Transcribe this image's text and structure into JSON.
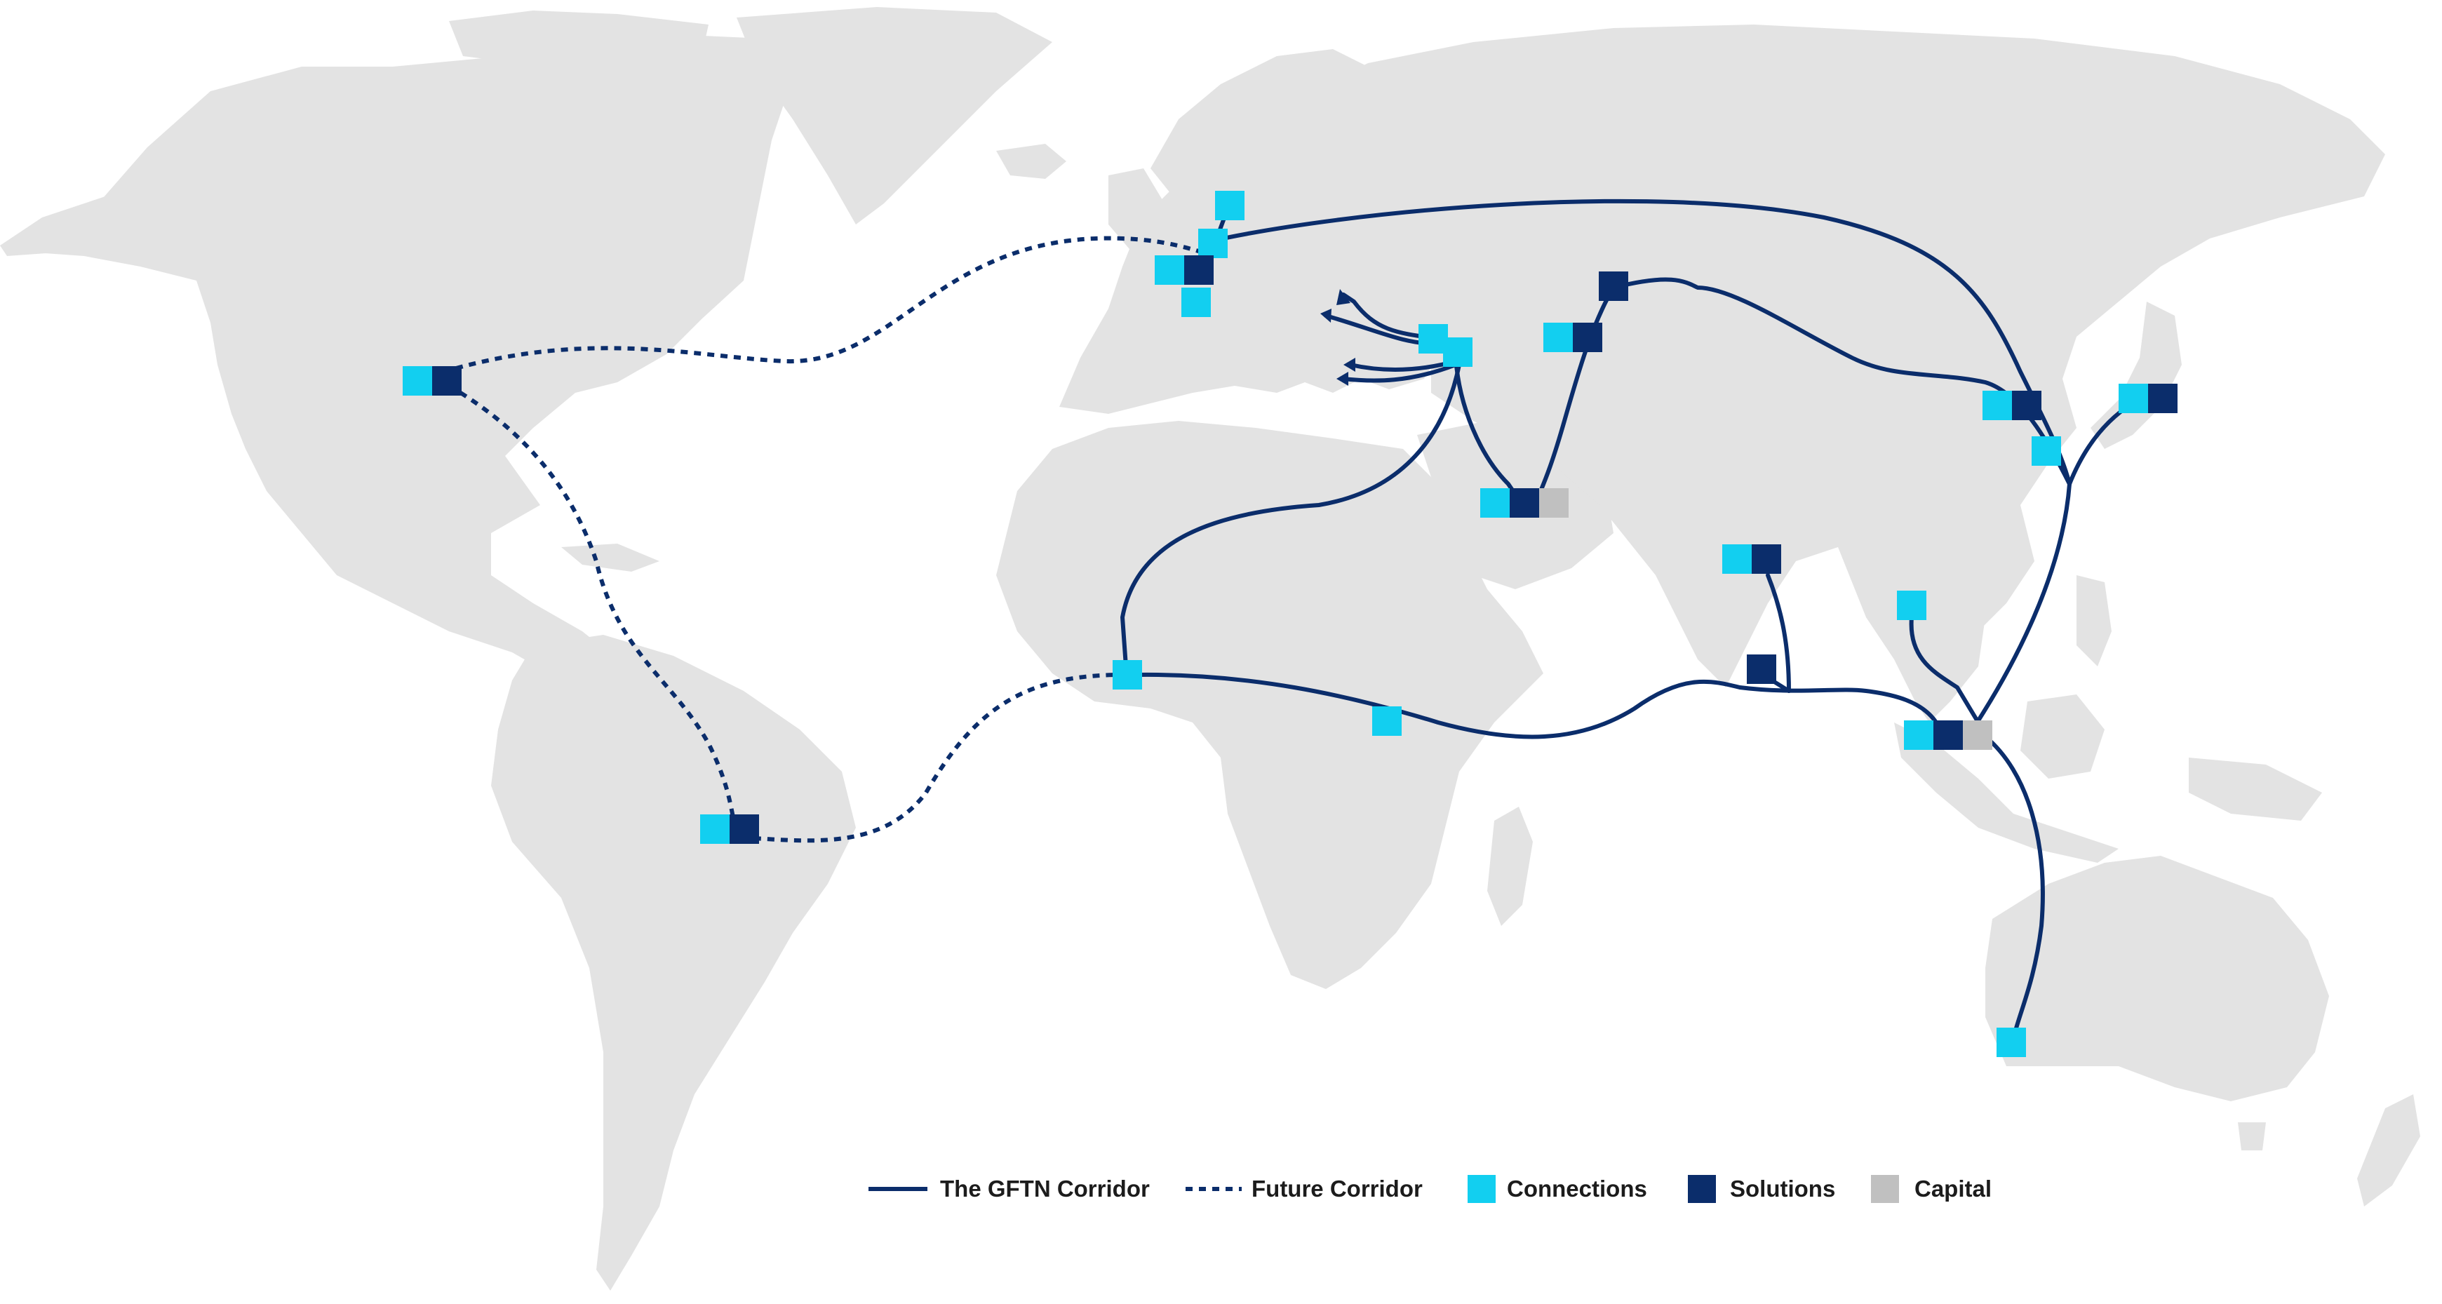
{
  "legend": {
    "corridor_label": "The GFTN Corridor",
    "future_label": "Future Corridor",
    "connections_label": "Connections",
    "solutions_label": "Solutions",
    "capital_label": "Capital"
  },
  "colors": {
    "land": "#e3e3e3",
    "route": "#0b2d6b",
    "connections": "#12cff0",
    "solutions": "#0b2d6b",
    "capital": "#c0c0c0"
  },
  "hubs": [
    {
      "name": "usa-east",
      "types": [
        "connections",
        "solutions"
      ]
    },
    {
      "name": "brazil",
      "types": [
        "connections",
        "solutions"
      ]
    },
    {
      "name": "scandinavia",
      "types": [
        "connections"
      ]
    },
    {
      "name": "germany-north",
      "types": [
        "connections"
      ]
    },
    {
      "name": "western-europe",
      "types": [
        "connections",
        "solutions"
      ]
    },
    {
      "name": "switzerland",
      "types": [
        "connections"
      ]
    },
    {
      "name": "turkey-west",
      "types": [
        "connections"
      ]
    },
    {
      "name": "turkey-east",
      "types": [
        "connections"
      ]
    },
    {
      "name": "kazakhstan",
      "types": [
        "solutions"
      ]
    },
    {
      "name": "central-asia",
      "types": [
        "connections",
        "solutions"
      ]
    },
    {
      "name": "uae",
      "types": [
        "connections",
        "solutions",
        "capital"
      ]
    },
    {
      "name": "west-africa",
      "types": [
        "connections"
      ]
    },
    {
      "name": "east-africa",
      "types": [
        "connections"
      ]
    },
    {
      "name": "india-north",
      "types": [
        "connections",
        "solutions"
      ]
    },
    {
      "name": "india-south",
      "types": [
        "solutions"
      ]
    },
    {
      "name": "china-east",
      "types": [
        "connections",
        "solutions"
      ]
    },
    {
      "name": "shanghai",
      "types": [
        "connections"
      ]
    },
    {
      "name": "japan",
      "types": [
        "connections",
        "solutions"
      ]
    },
    {
      "name": "thailand",
      "types": [
        "connections"
      ]
    },
    {
      "name": "singapore",
      "types": [
        "connections",
        "solutions",
        "capital"
      ]
    },
    {
      "name": "western-australia",
      "types": [
        "connections"
      ]
    }
  ]
}
